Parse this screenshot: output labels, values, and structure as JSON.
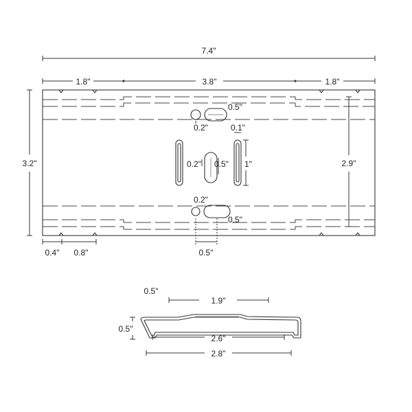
{
  "plate": {
    "overall_width": "7.4\"",
    "left_segment": "1.8\"",
    "center_segment": "3.8\"",
    "right_segment": "1.8\"",
    "overall_height": "3.2\"",
    "inner_height": "2.9\"",
    "edge_offset": "0.4\"",
    "tab_spacing": "0.8\"",
    "top_slot_length": "0.5\"",
    "top_hole_diameter": "0.2\"",
    "vertical_slot_width": "0.1\"",
    "vertical_slot_length": "1\"",
    "center_hole_diameter": "0.2\"",
    "center_slot_length": "0.5\"",
    "bottom_hole_diameter": "0.2\"",
    "bottom_slot_length": "0.5\"",
    "bottom_spacing": "0.5\""
  },
  "profile": {
    "flange_width": "0.5\"",
    "top_flat_width": "1.9\"",
    "height": "0.5\"",
    "inner_width": "2.6\"",
    "overall_width": "2.8\""
  },
  "colors": {
    "line": "#333333",
    "text": "#222222",
    "background": "#ffffff"
  }
}
